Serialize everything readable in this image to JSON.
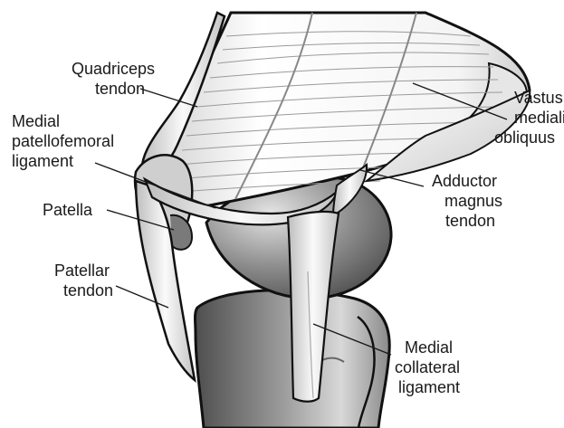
{
  "labels": {
    "quadriceps_tendon": [
      "Quadriceps",
      "tendon"
    ],
    "medial_patellofemoral_ligament": [
      "Medial",
      "patellofemoral",
      "ligament"
    ],
    "patella": [
      "Patella"
    ],
    "patellar_tendon": [
      "Patellar",
      "tendon"
    ],
    "vastus_medialis_obliquus": [
      "Vastus",
      "medialis",
      "obliquus"
    ],
    "adductor_magnus_tendon": [
      "Adductor",
      "magnus",
      "tendon"
    ],
    "medial_collateral_ligament": [
      "Medial",
      "collateral",
      "ligament"
    ]
  },
  "colors": {
    "outline": "#111111",
    "muscle": "#f1f1f1",
    "muscle_fiber": "#9a9a9a",
    "bone_dark": "#6f6f6f",
    "bone_light": "#d6d6d6",
    "tendon": "#e9e9e9"
  }
}
